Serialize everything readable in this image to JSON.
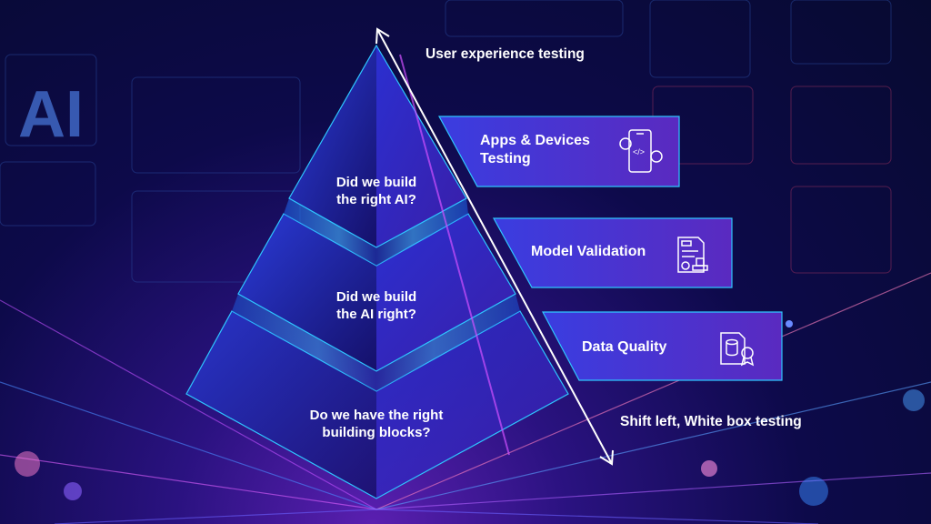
{
  "background": {
    "label": "AI"
  },
  "pyramid": {
    "top": {
      "line1": "Did we build",
      "line2": "the right AI?"
    },
    "middle": {
      "line1": "Did we build",
      "line2": "the AI right?"
    },
    "bottom": {
      "line1": "Do we have the right",
      "line2": "building blocks?"
    }
  },
  "arrow": {
    "top_label": "User experience testing",
    "bottom_label": "Shift left, White box testing"
  },
  "boxes": [
    {
      "line1": "Apps & Devices",
      "line2": "Testing",
      "icon": "mobile-code-gear-icon"
    },
    {
      "line1": "Model Validation",
      "icon": "document-stamp-icon"
    },
    {
      "line1": "Data Quality",
      "icon": "database-certificate-icon"
    }
  ],
  "colors": {
    "accent": "#2ec5ff",
    "box": "#4a2fd0",
    "bg": "#0d0a4a"
  }
}
